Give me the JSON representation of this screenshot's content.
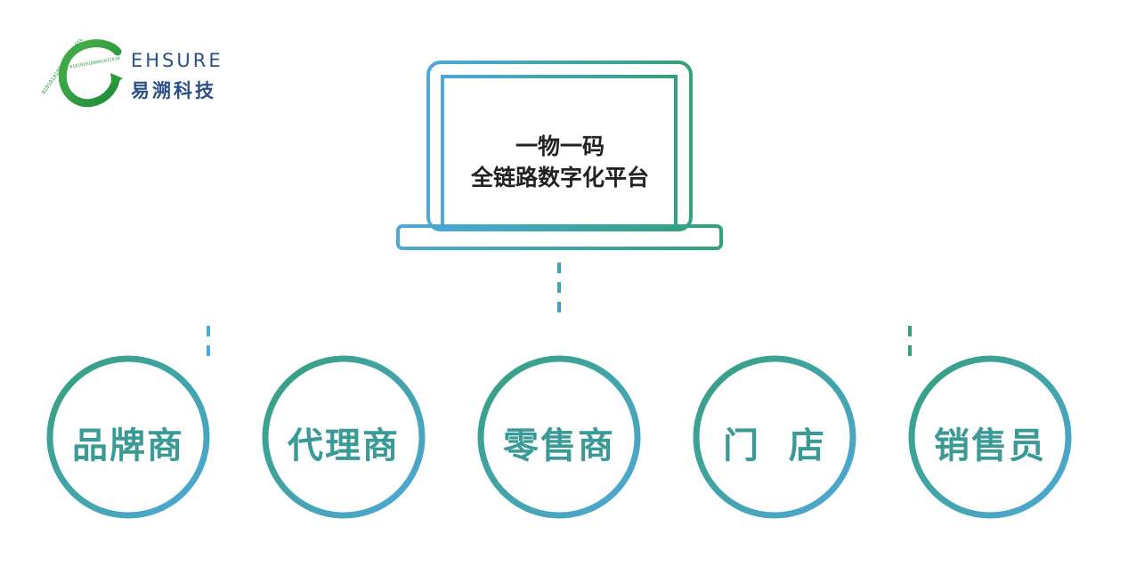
{
  "logo": {
    "brand_en": "EHSURE",
    "brand_cn": "易溯科技",
    "ring_text": "0101010100001011010100"
  },
  "platform": {
    "line1": "一物一码",
    "line2": "全链路数字化平台"
  },
  "nodes": [
    {
      "label": "品牌商"
    },
    {
      "label": "代理商"
    },
    {
      "label": "零售商"
    },
    {
      "label": "门  店"
    },
    {
      "label": "销售员"
    }
  ],
  "colors": {
    "gradient_start": "#4fa8d8",
    "gradient_end": "#35a07c",
    "logo_green": "#2e9a3e",
    "logo_blue": "#2b4f86"
  }
}
